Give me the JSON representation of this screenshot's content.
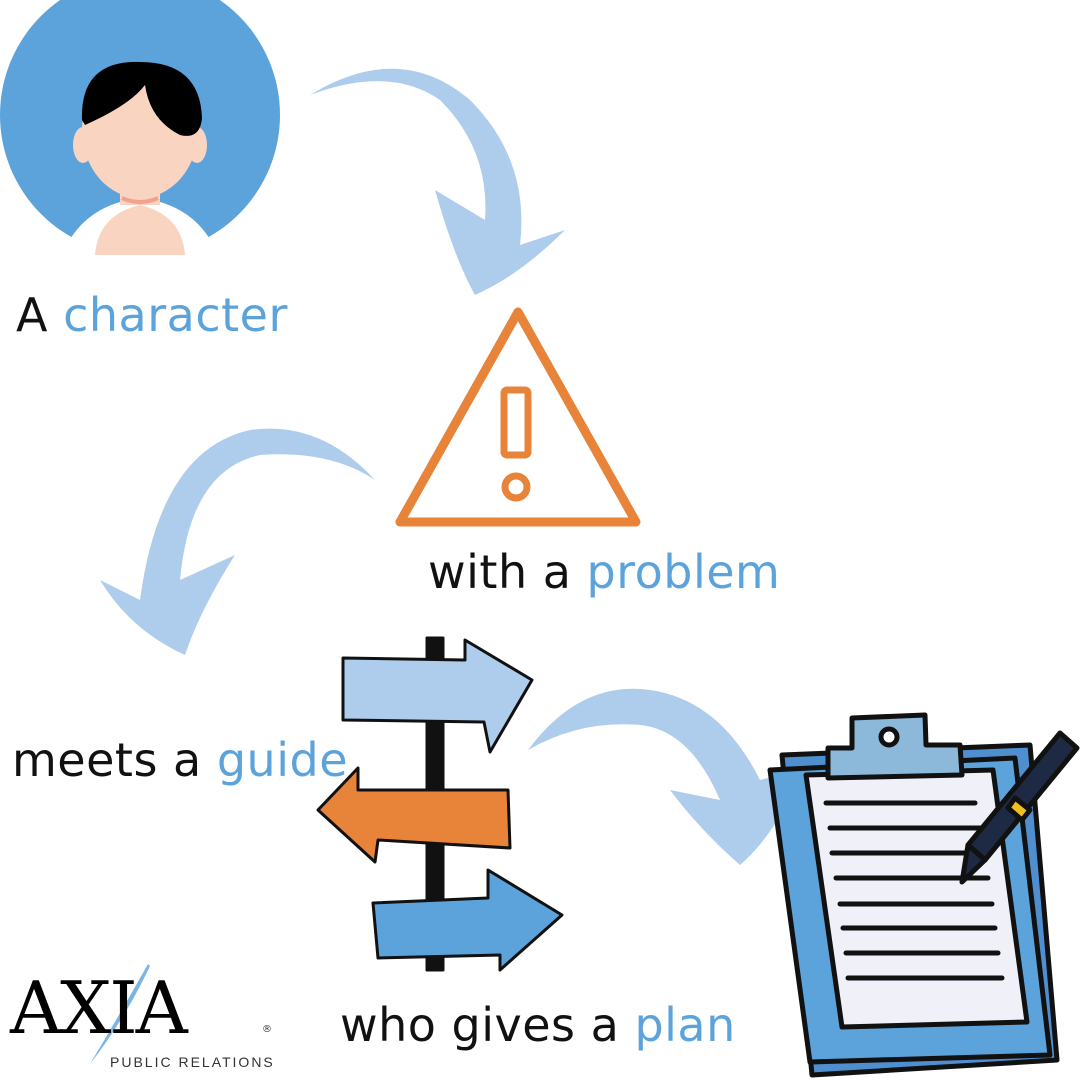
{
  "steps": [
    {
      "prefix": "A ",
      "highlight": "character"
    },
    {
      "prefix": "with a ",
      "highlight": "problem"
    },
    {
      "prefix": "meets a ",
      "highlight": "guide"
    },
    {
      "prefix": "who gives a ",
      "highlight": "plan"
    }
  ],
  "logo": {
    "wordmark": "AXIA",
    "subtitle": "PUBLIC RELATIONS",
    "registered": "®"
  },
  "colors": {
    "highlight": "#5DA3DB",
    "arrow": "#AECDEC",
    "warning": "#E8833A",
    "avatar_bg": "#5DA3DB"
  }
}
